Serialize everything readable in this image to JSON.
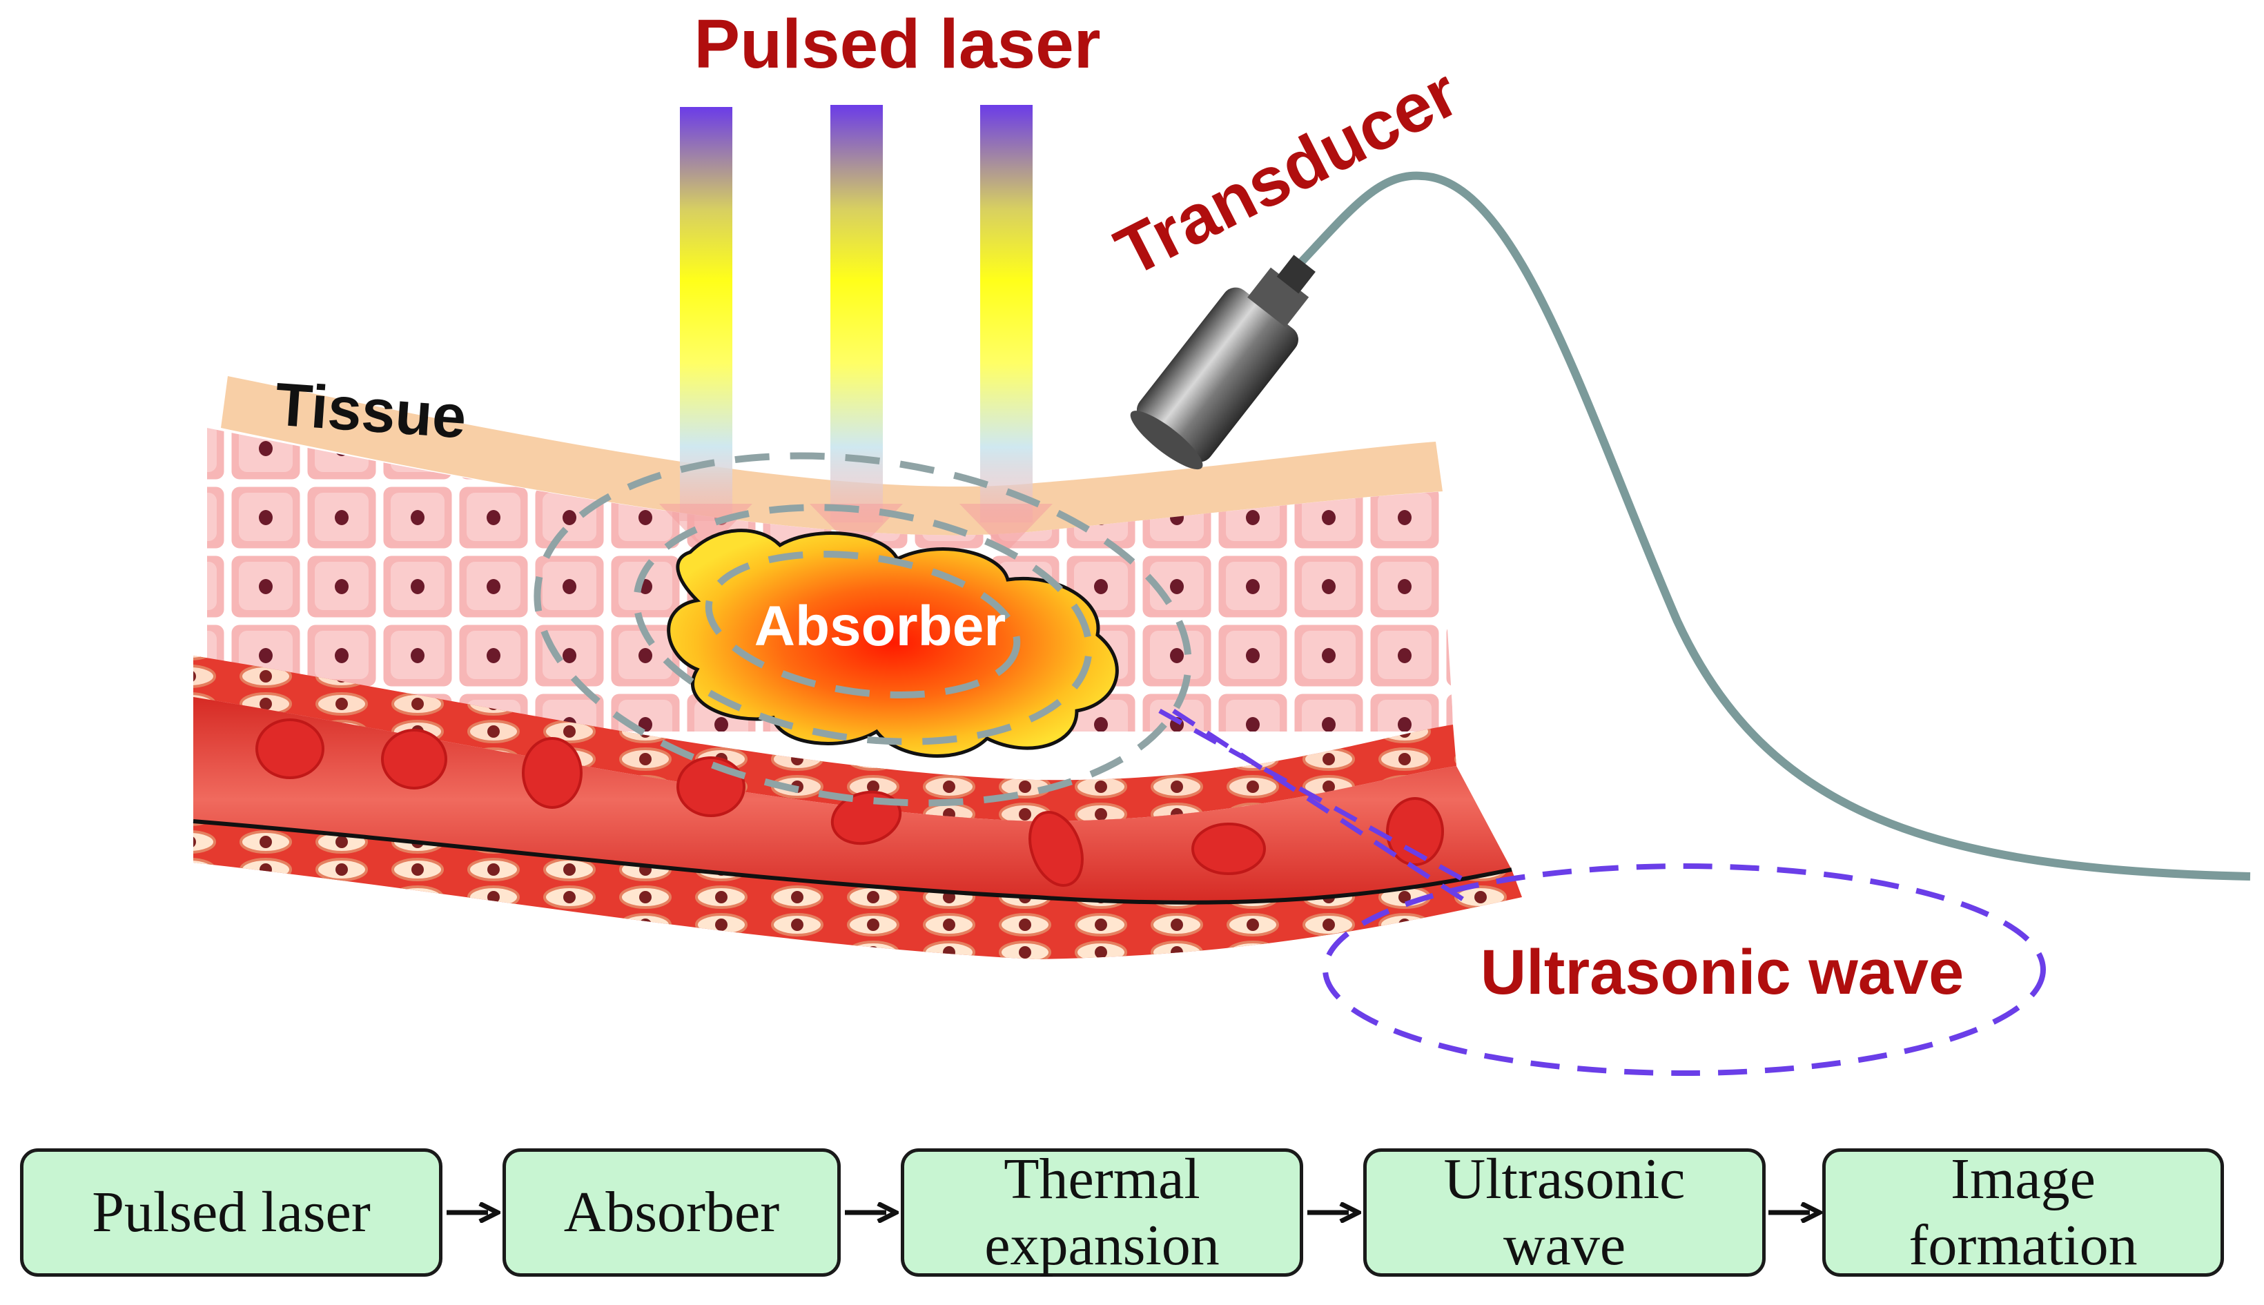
{
  "labels": {
    "pulsed_laser": "Pulsed laser",
    "transducer": "Transducer",
    "tissue": "Tissue",
    "absorber": "Absorber",
    "ultrasonic_wave": "Ultrasonic wave"
  },
  "flow": [
    {
      "label": "Pulsed laser"
    },
    {
      "label": "Absorber"
    },
    {
      "label": "Thermal\nexpansion"
    },
    {
      "label": "Ultrasonic\nwave"
    },
    {
      "label": "Image\nformation"
    }
  ],
  "colors": {
    "label_red": "#b00e0e",
    "tissue_band": "#f8cfa6",
    "vessel_red": "#e5342d",
    "ellipse_gray": "#8fa3a5",
    "wave_purple": "#6a3ee8",
    "cable": "#7b9a9a",
    "flow_fill": "#c8f5d2"
  }
}
